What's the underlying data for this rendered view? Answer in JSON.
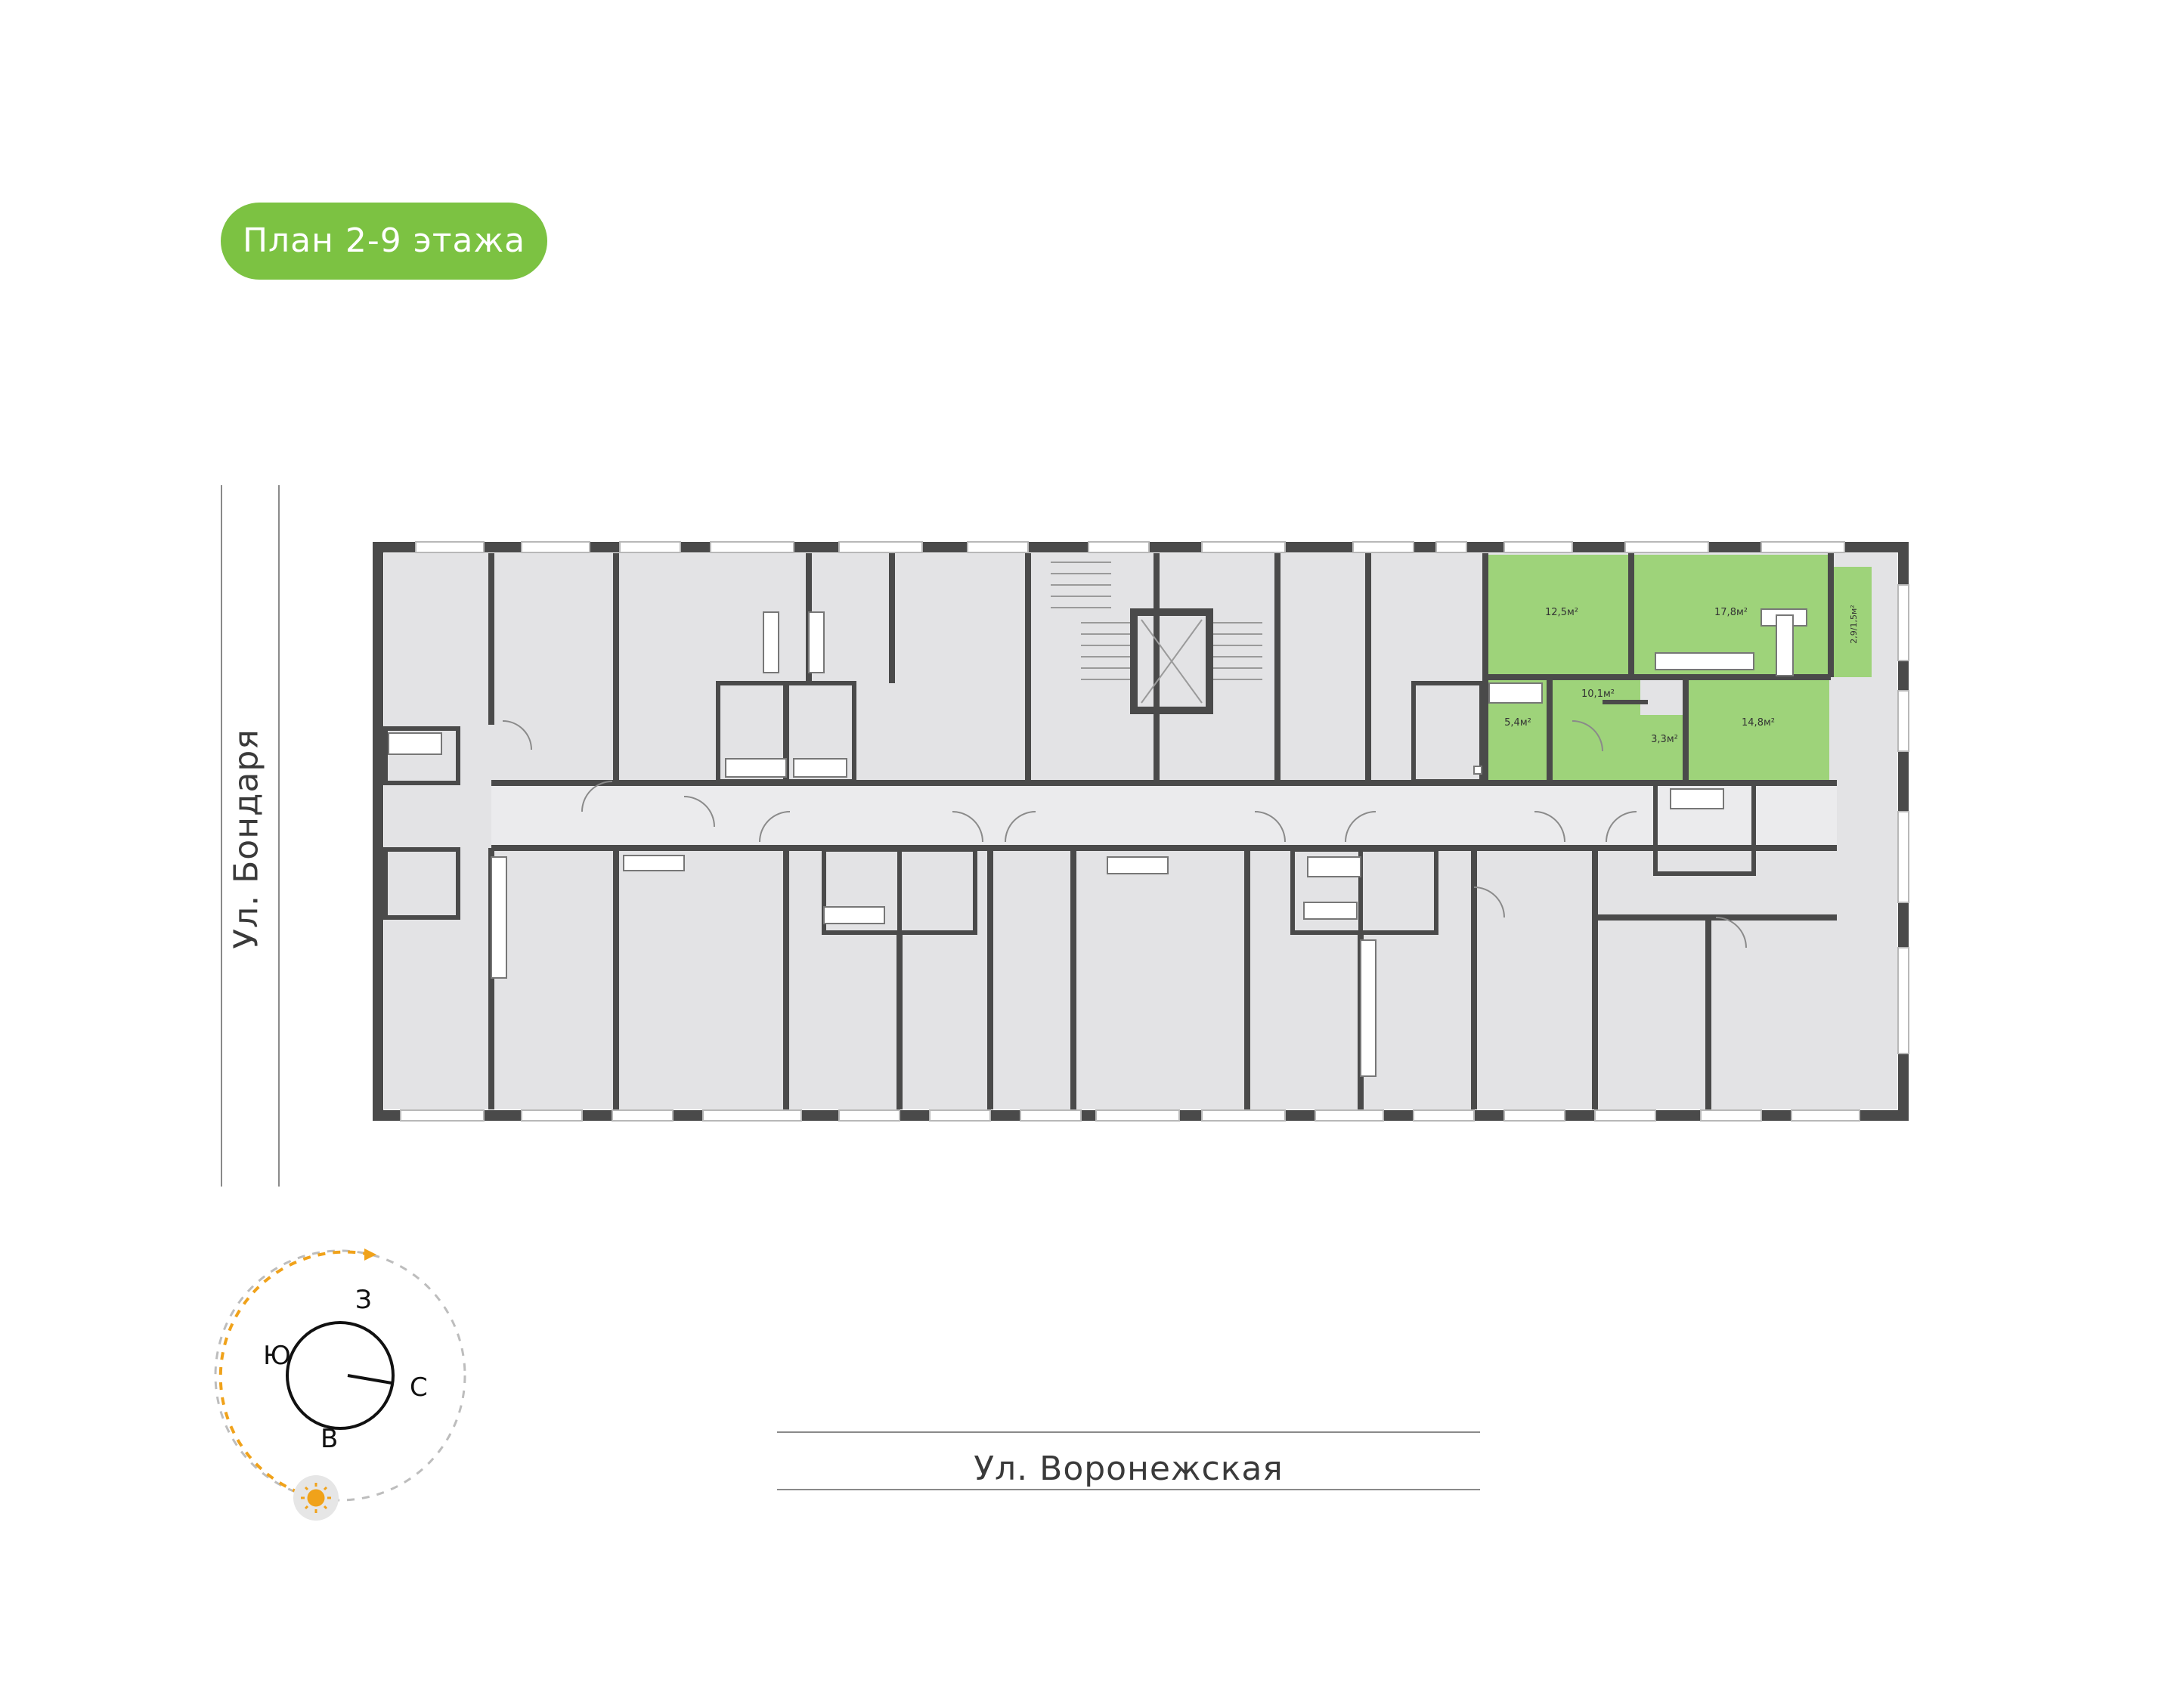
{
  "badge": {
    "label": "План 2-9 этажа"
  },
  "streets": {
    "left": "Ул. Бондаря",
    "bottom": "Ул. Воронежская"
  },
  "apartment": {
    "rooms": [
      {
        "area": "12,5м²"
      },
      {
        "area": "17,8м²"
      },
      {
        "area": "2,9/1,5м²"
      },
      {
        "area": "10,1м²"
      },
      {
        "area": "5,4м²"
      },
      {
        "area": "3,3м²"
      },
      {
        "area": "14,8м²"
      }
    ]
  },
  "compass": {
    "west": "З",
    "south": "Ю",
    "north": "С",
    "east": "В"
  },
  "colors": {
    "accent_green": "#7cc242",
    "highlight_green": "#9ed37a",
    "room_gray": "#e3e3e5",
    "wall": "#4a4a4a",
    "sun_path": "#f0a21a"
  }
}
